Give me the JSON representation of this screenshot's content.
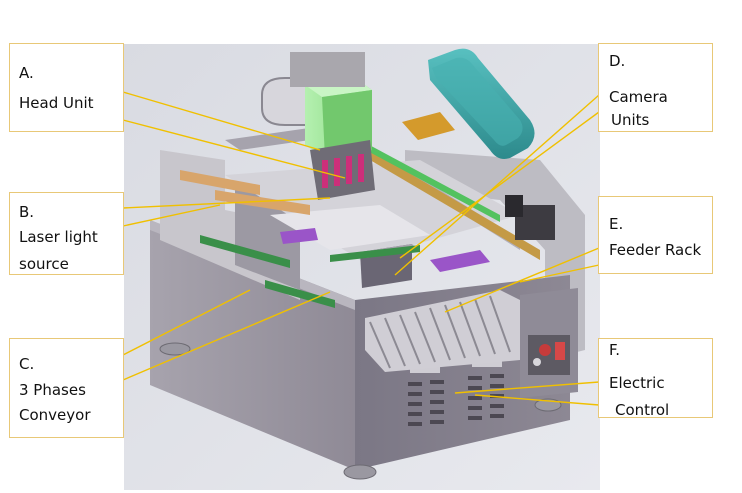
{
  "callouts": {
    "a": {
      "letter": "A.",
      "line1": "Head Unit"
    },
    "b": {
      "letter": "B.",
      "line1": "Laser light",
      "line2": "source"
    },
    "c": {
      "letter": "C.",
      "line1": "3 Phases",
      "line2": "Conveyor"
    },
    "d": {
      "letter": "D.",
      "line1": "Camera",
      "line2": "Units"
    },
    "e": {
      "letter": "E.",
      "line1": "Feeder Rack"
    },
    "f": {
      "letter": "F.",
      "line1": "Electric",
      "line2": "Control"
    }
  },
  "colors": {
    "callout_border": "#e8c877",
    "leader_line": "#f0c000",
    "head_unit": "#9ee89a",
    "conveyor_belt": "#3fa6a6",
    "frame_panel": "#8d8a95",
    "feeder_purple": "#9a55c8"
  }
}
